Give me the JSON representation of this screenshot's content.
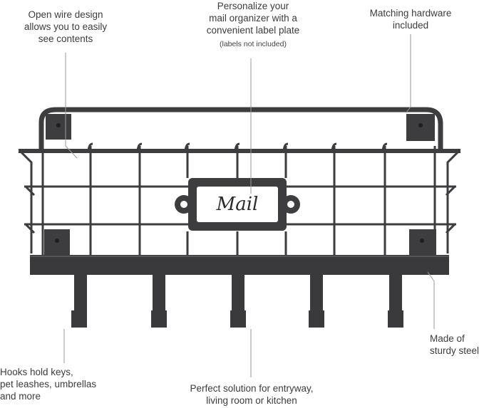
{
  "callouts": {
    "wire_design": [
      "Open wire design",
      "allows you to easily",
      "see contents"
    ],
    "label_plate": [
      "Personalize your",
      "mail organizer with a",
      "convenient label plate"
    ],
    "label_note": "(labels not included)",
    "hardware": [
      "Matching hardware",
      "included"
    ],
    "steel": [
      "Made of",
      "sturdy steel"
    ],
    "hooks": [
      "Hooks hold keys,",
      "pet leashes, umbrellas",
      "and more"
    ],
    "solution": [
      "Perfect solution for entryway,",
      "living room or kitchen"
    ]
  },
  "label_text": "Mail",
  "colors": {
    "metal": "#3d3d3f",
    "metal_dark": "#2b2b2d",
    "pointer_line": "#9a9a9a",
    "label_bg": "#ffffff"
  }
}
